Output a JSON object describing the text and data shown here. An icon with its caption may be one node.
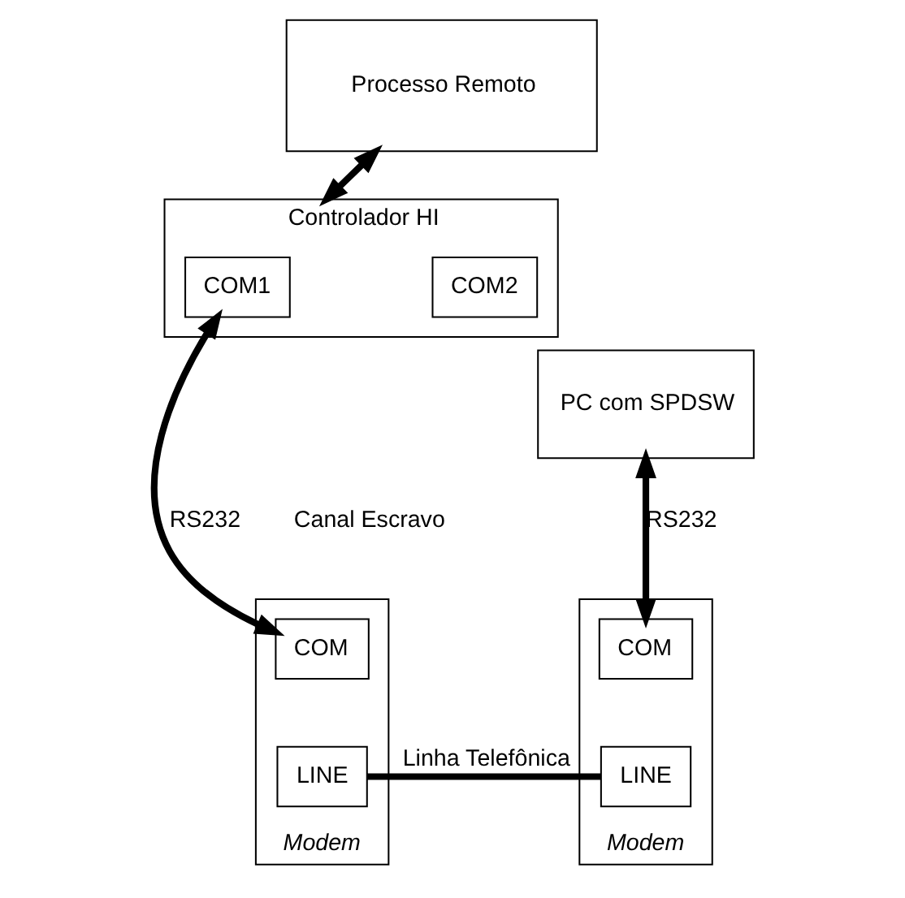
{
  "diagram": {
    "nodes": [
      {
        "text": [
          "Processo Remoto"
        ]
      },
      {
        "text": [
          "Controlador HI"
        ]
      },
      {
        "text": [
          "COM1"
        ],
        "in": 1
      },
      {
        "text": [
          "COM2"
        ],
        "in": 1
      },
      {
        "text": [
          "*Modem*"
        ]
      },
      {
        "text": [
          "COM"
        ],
        "in": 4
      },
      {
        "text": [
          "LINE"
        ],
        "in": 4
      },
      {
        "text": [
          "PC com SPDSW"
        ]
      },
      {
        "text": [
          "*Modem*"
        ]
      },
      {
        "text": [
          "COM"
        ],
        "in": 8
      },
      {
        "text": [
          "LINE"
        ],
        "in": 8
      }
    ],
    "edges": [
      {
        "from": 0,
        "to": 1,
        "arrow": "both"
      },
      {
        "from": 2,
        "to": 5,
        "arrow": "both",
        "label": "RS232"
      },
      {
        "from": 7,
        "to": 9,
        "arrow": "both",
        "label": "RS232"
      },
      {
        "from": 6,
        "to": 10,
        "arrow": "none",
        "label": "Linha Telefônica"
      }
    ],
    "labels": [
      "Canal Escravo"
    ]
  }
}
